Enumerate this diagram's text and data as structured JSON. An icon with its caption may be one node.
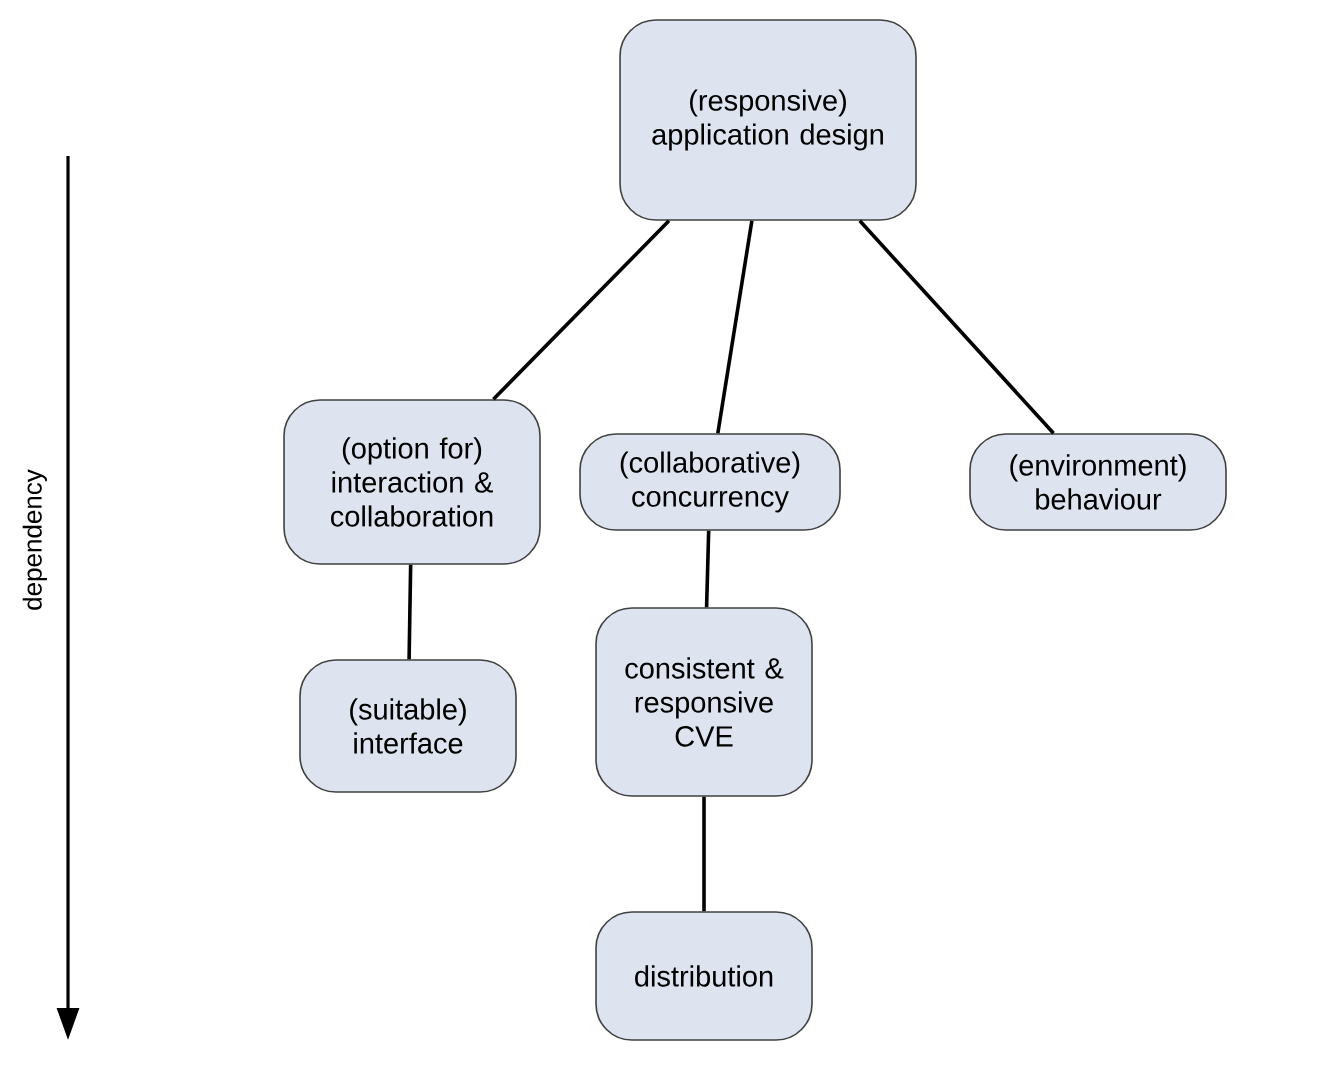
{
  "diagram": {
    "nodes": [
      {
        "text": [
          "(responsive) application design"
        ]
      },
      {
        "text": [
          "(option for) interaction & collaboration"
        ]
      },
      {
        "text": [
          "(collaborative) concurrency"
        ]
      },
      {
        "text": [
          "(environment) behaviour"
        ]
      },
      {
        "text": [
          "(suitable) interface"
        ]
      },
      {
        "text": [
          "consistent & responsive CVE"
        ]
      },
      {
        "text": [
          "distribution"
        ]
      }
    ],
    "edges": [
      {
        "from": 0,
        "to": 1,
        "arrow": "none"
      },
      {
        "from": 0,
        "to": 2,
        "arrow": "none"
      },
      {
        "from": 0,
        "to": 3,
        "arrow": "none"
      },
      {
        "from": 1,
        "to": 4,
        "arrow": "none"
      },
      {
        "from": 2,
        "to": 5,
        "arrow": "none"
      },
      {
        "from": 5,
        "to": 6,
        "arrow": "none"
      }
    ],
    "labels": [
      "dependency"
    ]
  }
}
